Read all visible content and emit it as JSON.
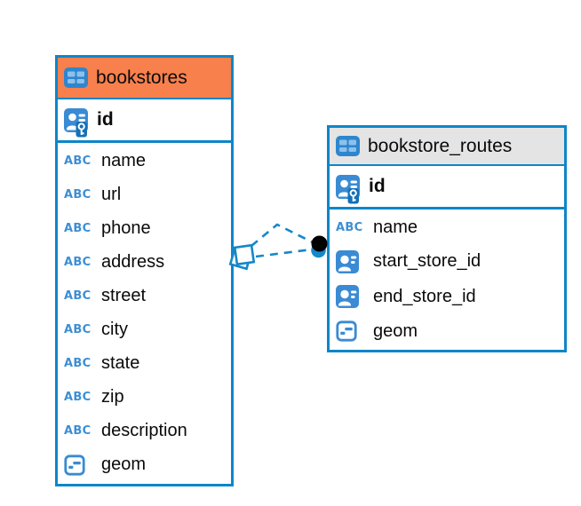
{
  "diagram": {
    "tables": [
      {
        "name": "bookstores",
        "header_style": "orange",
        "primary_key": {
          "name": "id",
          "icon": "primary-key-icon"
        },
        "columns": [
          {
            "name": "name",
            "type": "text",
            "icon": "text-type-icon"
          },
          {
            "name": "url",
            "type": "text",
            "icon": "text-type-icon"
          },
          {
            "name": "phone",
            "type": "text",
            "icon": "text-type-icon"
          },
          {
            "name": "address",
            "type": "text",
            "icon": "text-type-icon"
          },
          {
            "name": "street",
            "type": "text",
            "icon": "text-type-icon"
          },
          {
            "name": "city",
            "type": "text",
            "icon": "text-type-icon"
          },
          {
            "name": "state",
            "type": "text",
            "icon": "text-type-icon"
          },
          {
            "name": "zip",
            "type": "text",
            "icon": "text-type-icon"
          },
          {
            "name": "description",
            "type": "text",
            "icon": "text-type-icon"
          },
          {
            "name": "geom",
            "type": "geometry",
            "icon": "geometry-type-icon"
          }
        ]
      },
      {
        "name": "bookstore_routes",
        "header_style": "gray",
        "primary_key": {
          "name": "id",
          "icon": "primary-key-icon"
        },
        "columns": [
          {
            "name": "name",
            "type": "text",
            "icon": "text-type-icon"
          },
          {
            "name": "start_store_id",
            "type": "reference",
            "icon": "reference-type-icon"
          },
          {
            "name": "end_store_id",
            "type": "reference",
            "icon": "reference-type-icon"
          },
          {
            "name": "geom",
            "type": "geometry",
            "icon": "geometry-type-icon"
          }
        ]
      }
    ],
    "relationship": {
      "from_table": "bookstores",
      "to_table": "bookstore_routes",
      "line_style": "dashed",
      "left_marker": "overlapping-squares",
      "right_marker": "black-dot-over-blue-dot"
    }
  },
  "icons": {
    "text_label": "ABC"
  },
  "colors": {
    "accent_blue": "#0e86c8",
    "icon_blue": "#3a8bd3",
    "selected_header_orange": "#f8804d",
    "header_gray": "#e4e4e4",
    "marker_black": "#000000",
    "background": "#ffffff"
  }
}
